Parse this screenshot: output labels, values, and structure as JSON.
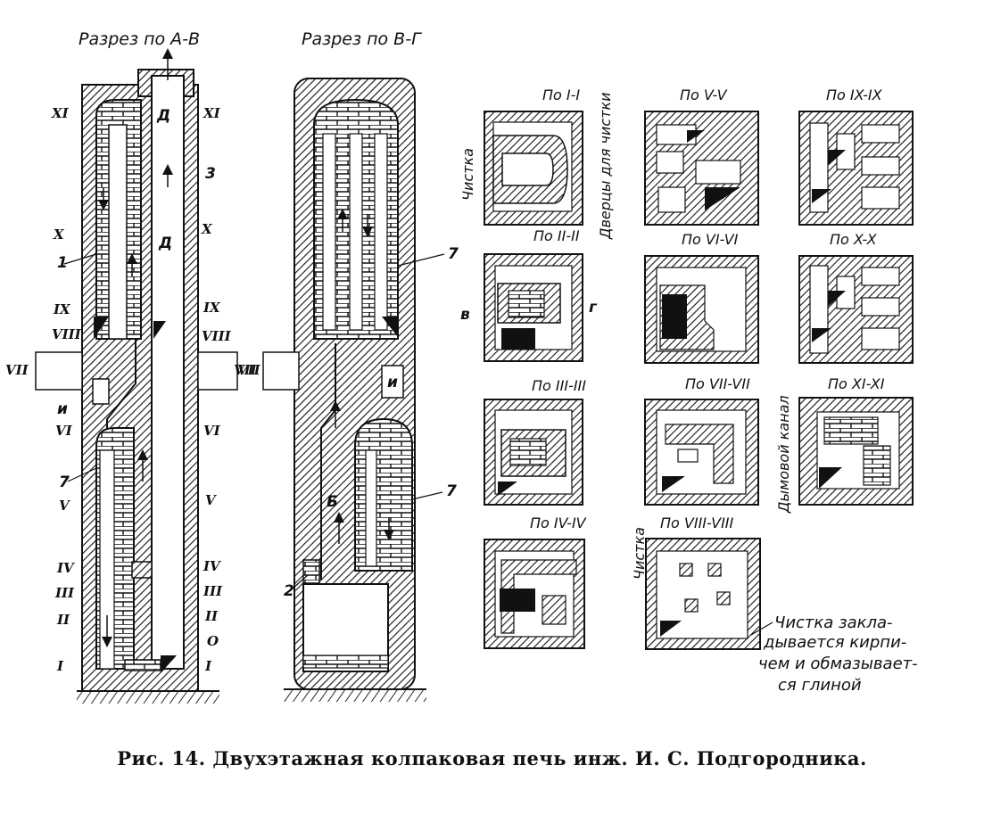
{
  "sections": {
    "ab": "Разрез по А-В",
    "vg": "Разрез по В-Г"
  },
  "plan_titles": [
    "По I-I",
    "По V-V",
    "По IX-IX",
    "По II-II",
    "По VI-VI",
    "По X-X",
    "По III-III",
    "По VII-VII",
    "По XI-XI",
    "По IV-IV",
    "По VIII-VIII"
  ],
  "side_labels": {
    "cleaning": "Чистка",
    "cleaning_doors": "Дверцы для чистки",
    "smoke_channel": "Дымовой канал",
    "cleaning2": "Чистка"
  },
  "note_lines": [
    "Чистка закла-",
    "дывается кирпи-",
    "чем и обмазывает-",
    "ся глиной"
  ],
  "levels": [
    "XI",
    "X",
    "IX",
    "VIII",
    "VII",
    "VI",
    "V",
    "IV",
    "III",
    "II",
    "I"
  ],
  "level_labels": {
    "x_right": "X",
    "xi_right": "XI"
  },
  "markers": {
    "d": "Д",
    "d2": "Д",
    "n3": "3",
    "n1": "1",
    "n7a": "7",
    "n7b": "7",
    "n7c": "7",
    "n2": "2",
    "b": "Б",
    "v": "в",
    "g": "г",
    "i_letter": "и",
    "i_letter2": "и",
    "o": "О",
    "ii": "II",
    "iii": "III"
  },
  "caption": "Рис. 14. Двухэтажная колпаковая печь инж. И. С. Подгородника."
}
